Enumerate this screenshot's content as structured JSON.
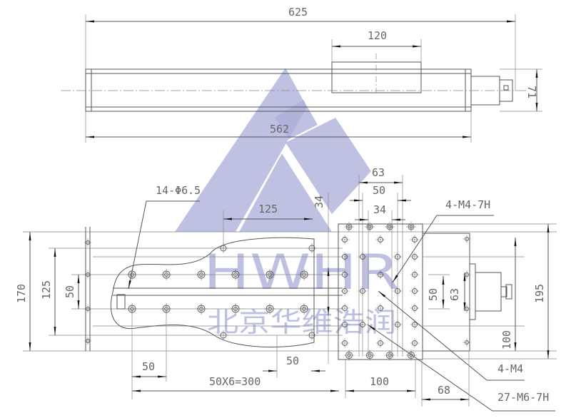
{
  "drawing": {
    "top_view": {
      "overall_length": "625",
      "carriage_length": "120",
      "body_length": "562",
      "height": "71"
    },
    "bottom_view": {
      "mount_holes": "14-Φ6.5",
      "hole_pitch_long": "125",
      "dim_34_left": "34",
      "dim_63_top": "63",
      "dim_50_top": "50",
      "dim_34_top": "34",
      "carriage_thread": "4-M4-7H",
      "width_170": "170",
      "width_125": "125",
      "width_50": "50",
      "height_195": "195",
      "dim_50_right": "50",
      "dim_63_right": "63",
      "dim_100_right": "100",
      "motor_thread": "4-M4",
      "table_thread": "27-M6-7H",
      "pitch_50_left": "50",
      "pitch_total": "50X6=300",
      "pitch_50_mid": "50",
      "table_100": "100",
      "motor_68": "68"
    }
  },
  "watermark": {
    "brand": "HWHR",
    "company": "北京华维浩润"
  }
}
